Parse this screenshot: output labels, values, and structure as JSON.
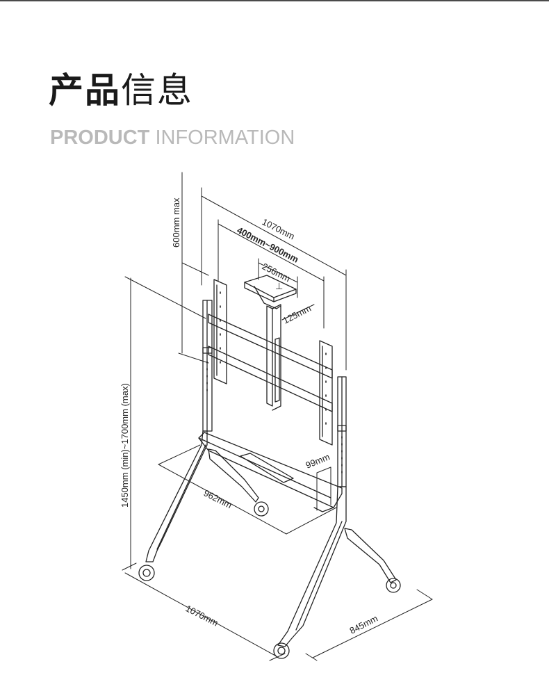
{
  "header": {
    "title_bold": "产品",
    "title_light": "信息",
    "subtitle_bold": "PRODUCT",
    "subtitle_light": "INFORMATION"
  },
  "dimensions": {
    "plate_range": "600mm max",
    "top_width": "1070mm",
    "vesa_range": "400mm~900mm",
    "tray_width": "256mm",
    "tray_depth": "125mm",
    "height_range": "1450mm (min)~1700mm (max)",
    "shelf_width": "962mm",
    "shelf_depth": "99mm",
    "base_width": "1070mm",
    "base_depth": "845mm"
  },
  "colors": {
    "line": "#222222",
    "subtitle": "#b9b9b9",
    "top_rule": "#4a4a4a"
  }
}
